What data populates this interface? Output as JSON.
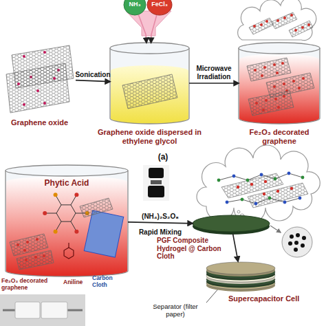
{
  "diagram": {
    "nodes": [
      {
        "text": [
          "Graphene oxide"
        ]
      },
      {
        "text": [
          "NH₃"
        ]
      },
      {
        "text": [
          "FeCl₃"
        ]
      },
      {
        "text": [
          "Graphene oxide dispersed in ethylene glycol"
        ]
      },
      {
        "text": [
          "Fe₂O₃ decorated graphene"
        ]
      },
      {
        "text": [
          "Phytic Acid"
        ]
      },
      {
        "text": [
          "PGF Composite Hydrogel @ Carbon Cloth"
        ]
      },
      {
        "text": [
          "Supercapacitor Cell"
        ]
      }
    ],
    "edges": [
      {
        "from": 0,
        "to": 3,
        "label": "Sonication",
        "arrow": "to"
      },
      {
        "from": 1,
        "to": 3,
        "arrow": "to"
      },
      {
        "from": 2,
        "to": 3,
        "arrow": "to"
      },
      {
        "from": 3,
        "to": 4,
        "label": "Microwave Irradiation",
        "arrow": "to"
      },
      {
        "from": 5,
        "to": 6,
        "label": "(NH₄)₂S₂O₈",
        "arrow": "to"
      },
      {
        "from": 6,
        "to": 7,
        "arrow": "to"
      }
    ],
    "labels": [
      "(a)",
      "Fe₂O₃ decorated graphene",
      "Aniline",
      "Carbon Cloth",
      "Rapid Mixing",
      "Separator (filter paper)"
    ]
  }
}
